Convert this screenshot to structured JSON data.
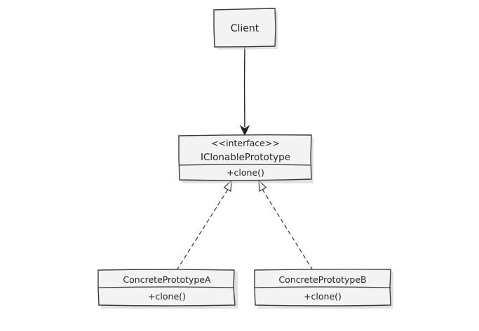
{
  "diagram": {
    "client": {
      "name": "Client"
    },
    "interface": {
      "stereotype": "<<interface>>",
      "name": "IClonablePrototype",
      "method": "+clone()"
    },
    "concrete_a": {
      "name": "ConcretePrototypeA",
      "method": "+clone()"
    },
    "concrete_b": {
      "name": "ConcretePrototypeB",
      "method": "+clone()"
    }
  }
}
